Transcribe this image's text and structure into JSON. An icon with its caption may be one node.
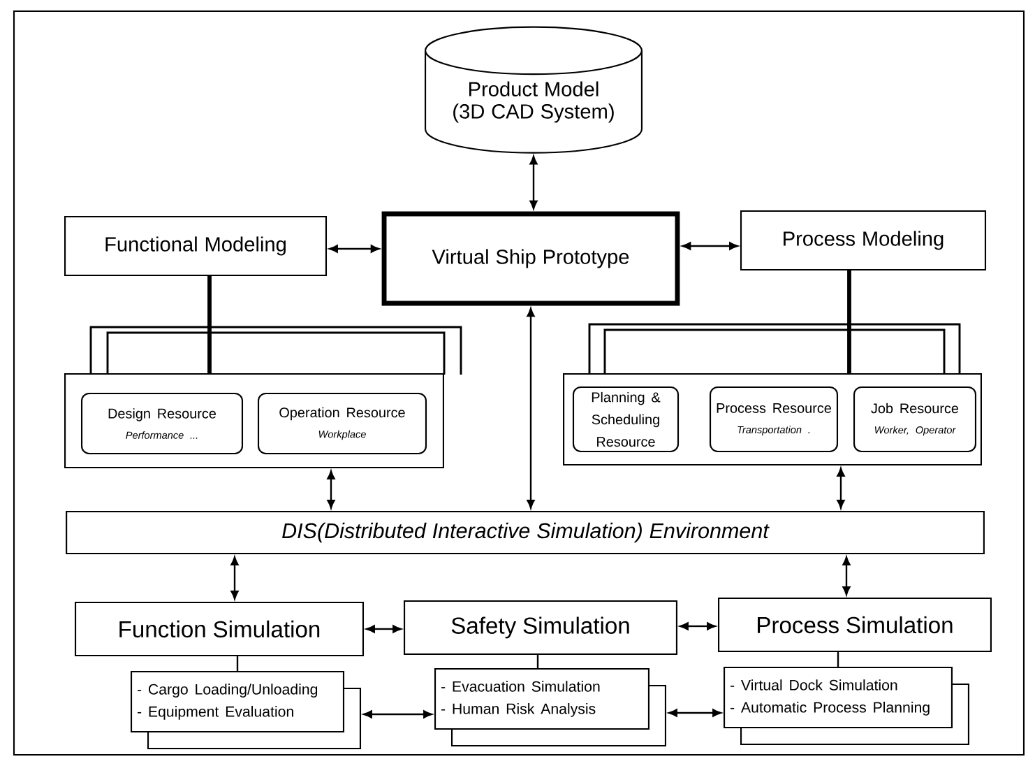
{
  "diagram": {
    "nodes": [
      {
        "text": [
          "Product Model (3D CAD System)"
        ]
      },
      {
        "text": [
          "Virtual Ship Prototype"
        ]
      },
      {
        "text": [
          "Functional Modeling"
        ]
      },
      {
        "text": [
          "Process Modeling"
        ]
      },
      {
        "text": [],
        "shape": "box"
      },
      {
        "text": [
          "Design Resource",
          "Performance ..."
        ],
        "in": 4
      },
      {
        "text": [
          "Operation Resource",
          "Workplace"
        ],
        "in": 4
      },
      {
        "text": [],
        "shape": "box"
      },
      {
        "text": [
          "Planning & Scheduling Resource"
        ],
        "in": 7
      },
      {
        "text": [
          "Process Resource",
          "Transportation ."
        ],
        "in": 7
      },
      {
        "text": [
          "Job Resource",
          "Worker, Operator"
        ],
        "in": 7
      },
      {
        "text": [
          "DIS(Distributed Interactive Simulation) Environment"
        ]
      },
      {
        "text": [
          "Function Simulation"
        ]
      },
      {
        "text": [
          "Safety Simulation"
        ]
      },
      {
        "text": [
          "Process Simulation"
        ]
      },
      {
        "text": [
          "- Cargo Loading/Unloading",
          "- Equipment Evaluation"
        ]
      },
      {
        "text": [
          "- Evacuation Simulation",
          "- Human Risk Analysis"
        ]
      },
      {
        "text": [
          "- Virtual Dock Simulation",
          "- Automatic Process Planning"
        ]
      }
    ],
    "edges": [
      {
        "from": 0,
        "to": 1,
        "arrow": "both"
      },
      {
        "from": 2,
        "to": 1,
        "arrow": "both"
      },
      {
        "from": 1,
        "to": 3,
        "arrow": "both"
      },
      {
        "from": 2,
        "to": 4,
        "arrow": "none",
        "style": "thick"
      },
      {
        "from": 3,
        "to": 7,
        "arrow": "none",
        "style": "thick"
      },
      {
        "from": 1,
        "to": 11,
        "arrow": "both"
      },
      {
        "from": 4,
        "to": 11,
        "arrow": "both"
      },
      {
        "from": 7,
        "to": 11,
        "arrow": "both"
      },
      {
        "from": 11,
        "to": 12,
        "arrow": "both"
      },
      {
        "from": 11,
        "to": 14,
        "arrow": "both"
      },
      {
        "from": 12,
        "to": 13,
        "arrow": "both"
      },
      {
        "from": 13,
        "to": 14,
        "arrow": "both"
      },
      {
        "from": 12,
        "to": 15,
        "arrow": "none"
      },
      {
        "from": 13,
        "to": 16,
        "arrow": "none"
      },
      {
        "from": 14,
        "to": 17,
        "arrow": "none"
      },
      {
        "from": 15,
        "to": 16,
        "arrow": "both"
      },
      {
        "from": 16,
        "to": 17,
        "arrow": "both"
      }
    ]
  }
}
